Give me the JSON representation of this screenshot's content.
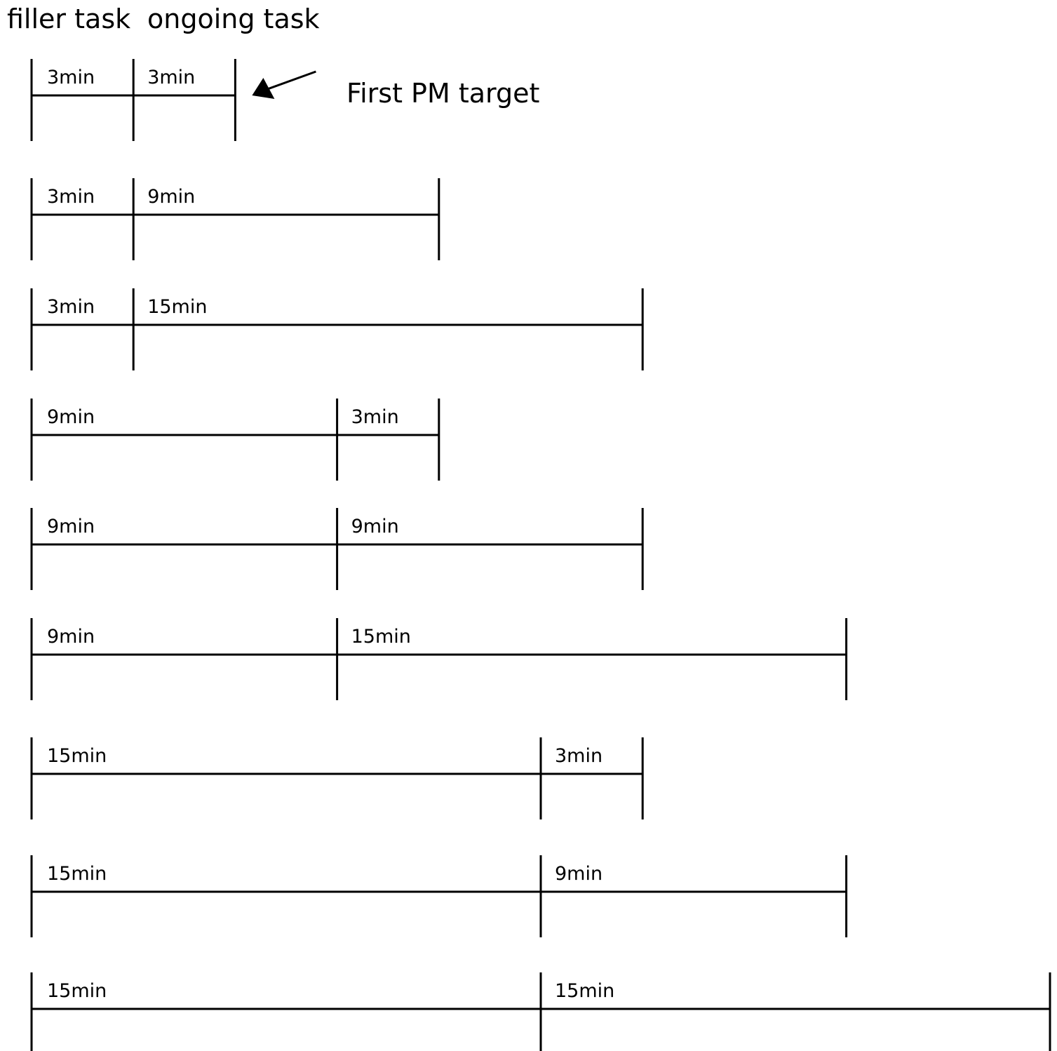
{
  "header": {
    "filler_label": "filler task",
    "ongoing_label": "ongoing task"
  },
  "annotation": {
    "text": "First PM target",
    "target_row": 0
  },
  "rows": [
    {
      "filler_label": "3min",
      "ongoing_label": "3min",
      "filler_minutes": 3,
      "ongoing_minutes": 3
    },
    {
      "filler_label": "3min",
      "ongoing_label": "9min",
      "filler_minutes": 3,
      "ongoing_minutes": 9
    },
    {
      "filler_label": "3min",
      "ongoing_label": "15min",
      "filler_minutes": 3,
      "ongoing_minutes": 15
    },
    {
      "filler_label": "9min",
      "ongoing_label": "3min",
      "filler_minutes": 9,
      "ongoing_minutes": 3
    },
    {
      "filler_label": "9min",
      "ongoing_label": "9min",
      "filler_minutes": 9,
      "ongoing_minutes": 9
    },
    {
      "filler_label": "9min",
      "ongoing_label": "15min",
      "filler_minutes": 9,
      "ongoing_minutes": 15
    },
    {
      "filler_label": "15min",
      "ongoing_label": "3min",
      "filler_minutes": 15,
      "ongoing_minutes": 3
    },
    {
      "filler_label": "15min",
      "ongoing_label": "9min",
      "filler_minutes": 15,
      "ongoing_minutes": 9
    },
    {
      "filler_label": "15min",
      "ongoing_label": "15min",
      "filler_minutes": 15,
      "ongoing_minutes": 15
    }
  ]
}
